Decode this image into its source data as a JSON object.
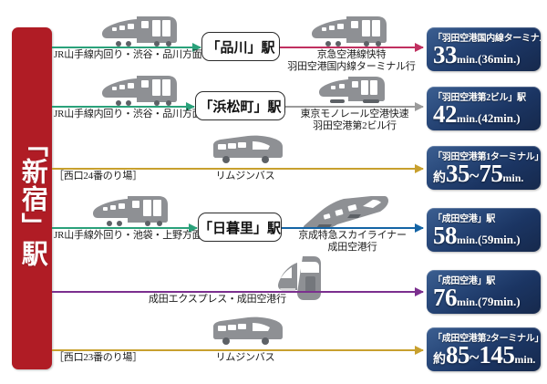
{
  "origin": {
    "name": "origin-station",
    "label": "「新宿」駅"
  },
  "routes": [
    {
      "id": "shinagawa-haneda-domestic",
      "leg1": {
        "caption": "JR山手線内回り・渋谷・品川方面",
        "vehicle_icon": "commuter-train-icon",
        "line_color": "#2aa17a"
      },
      "station": "「品川」駅",
      "leg2": {
        "caption_line1": "京急空港線快特",
        "caption_line2": "羽田空港国内線ターミナル行",
        "vehicle_icon": "commuter-train-icon",
        "line_color": "#c03060"
      },
      "destination": {
        "name": "「羽田空港国内線ターミナル」駅",
        "value": "33",
        "unit": "min.",
        "alt": "(36min.)"
      }
    },
    {
      "id": "hamamatsucho-haneda-t2",
      "leg1": {
        "caption": "JR山手線内回り・渋谷・品川方面",
        "vehicle_icon": "commuter-train-icon",
        "line_color": "#2aa17a"
      },
      "station": "「浜松町」駅",
      "leg2": {
        "caption_line1": "東京モノレール空港快速",
        "caption_line2": "羽田空港第2ビル行",
        "vehicle_icon": "monorail-icon",
        "line_color": "#9b9b9b"
      },
      "destination": {
        "name": "「羽田空港第2ビル」駅",
        "value": "42",
        "unit": "min.",
        "alt": "(42min.)"
      }
    },
    {
      "id": "limousine-haneda-t1",
      "leg1": {
        "caption": "［西口24番のり場］",
        "mid_caption": "リムジンバス",
        "vehicle_icon": "bus-icon",
        "line_color": "#c8a02e"
      },
      "destination": {
        "name": "「羽田空港第1ターミナル」",
        "approx": "約",
        "value": "35",
        "tilde": "~",
        "value2": "75",
        "unit": "min."
      }
    },
    {
      "id": "nippori-narita-skyliner",
      "leg1": {
        "caption": "JR山手線外回り・池袋・上野方面",
        "vehicle_icon": "commuter-train-icon",
        "line_color": "#2aa17a"
      },
      "station": "「日暮里」駅",
      "leg2": {
        "caption_line1": "京成特急スカイライナー",
        "caption_line2": "成田空港行",
        "vehicle_icon": "skyliner-icon",
        "line_color": "#1464a5"
      },
      "destination": {
        "name": "「成田空港」駅",
        "value": "58",
        "unit": "min.",
        "alt": "(59min.)"
      }
    },
    {
      "id": "narita-express",
      "leg1": {
        "caption": "成田エクスプレス・成田空港行",
        "vehicle_icon": "nex-train-front-icon",
        "line_color": "#7b2f8e"
      },
      "destination": {
        "name": "「成田空港」駅",
        "value": "76",
        "unit": "min.",
        "alt": "(79min.)"
      }
    },
    {
      "id": "limousine-narita-t2",
      "leg1": {
        "caption": "［西口23番のり場］",
        "mid_caption": "リムジンバス",
        "vehicle_icon": "bus-icon",
        "line_color": "#c8a02e"
      },
      "destination": {
        "name": "「成田空港第2ターミナル」",
        "approx": "約",
        "value": "85",
        "tilde": "~",
        "value2": "145",
        "unit": "min."
      }
    }
  ]
}
